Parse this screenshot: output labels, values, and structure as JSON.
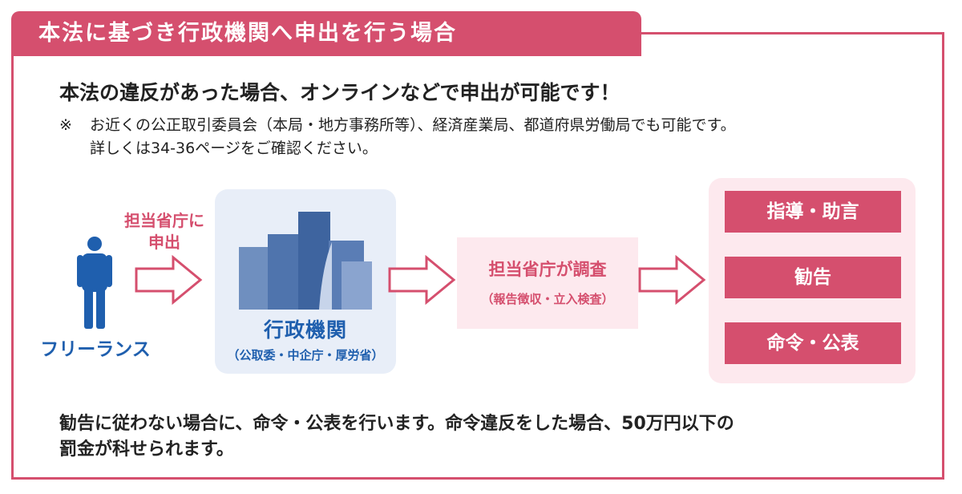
{
  "header": {
    "title": "本法に基づき行政機関へ申出を行う場合"
  },
  "intro": {
    "lead": "本法の違反があった場合、オンラインなどで申出が可能です！",
    "note_mark": "※",
    "note_line1": "お近くの公正取引委員会（本局・地方事務所等）、経済産業局、都道府県労働局でも可能です。",
    "note_line2": "詳しくは34-36ページをご確認ください。"
  },
  "flow": {
    "freelance": "フリーランス",
    "arrow1_line1": "担当省庁に",
    "arrow1_line2": "申出",
    "agency_name": "行政機関",
    "agency_sub": "（公取委・中企庁・厚労省）",
    "investigate_title": "担当省庁が調査",
    "investigate_sub": "（報告徴収・立入検査）",
    "results": [
      "指導・助言",
      "勧告",
      "命令・公表"
    ]
  },
  "footer": {
    "line1": "勧告に従わない場合に、命令・公表を行います。命令違反をした場合、50万円以下の",
    "line2": "罰金が科せられます。"
  },
  "colors": {
    "accent": "#d54f6e",
    "blue": "#1f5fae",
    "pink_bg": "#fde9ee",
    "agency_bg": "#e8eef8"
  }
}
